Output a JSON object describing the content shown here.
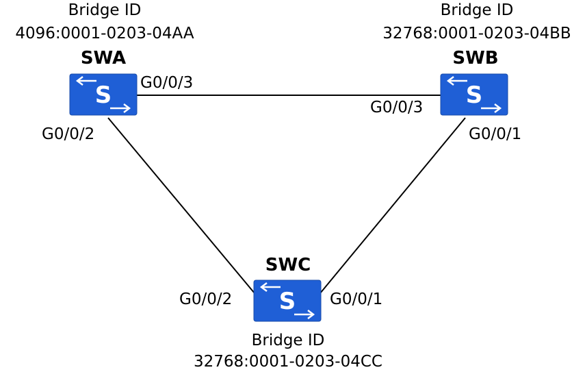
{
  "switches": {
    "swa": {
      "name": "SWA",
      "bridge_id_label": "Bridge ID",
      "bridge_id": "4096:0001-0203-04AA",
      "icon": "switch-icon"
    },
    "swb": {
      "name": "SWB",
      "bridge_id_label": "Bridge ID",
      "bridge_id": "32768:0001-0203-04BB",
      "icon": "switch-icon"
    },
    "swc": {
      "name": "SWC",
      "bridge_id_label": "Bridge ID",
      "bridge_id": "32768:0001-0203-04CC",
      "icon": "switch-icon"
    }
  },
  "ports": {
    "swa_g003": "G0/0/3",
    "swa_g002": "G0/0/2",
    "swb_g003": "G0/0/3",
    "swb_g001": "G0/0/1",
    "swc_g002": "G0/0/2",
    "swc_g001": "G0/0/1"
  },
  "links": [
    {
      "from": "SWA",
      "from_port": "G0/0/3",
      "to": "SWB",
      "to_port": "G0/0/3"
    },
    {
      "from": "SWA",
      "from_port": "G0/0/2",
      "to": "SWC",
      "to_port": "G0/0/2"
    },
    {
      "from": "SWB",
      "from_port": "G0/0/1",
      "to": "SWC",
      "to_port": "G0/0/1"
    }
  ],
  "colors": {
    "switch_fill": "#1f5fd6",
    "switch_symbol": "#ffffff",
    "link": "#000000"
  }
}
